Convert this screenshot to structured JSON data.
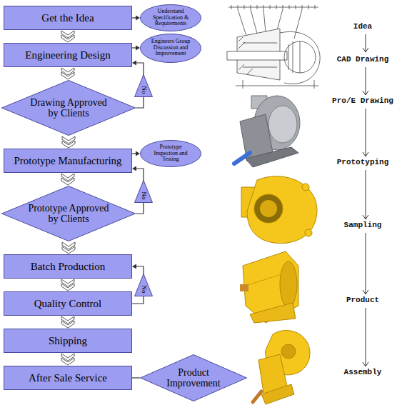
{
  "diagram": {
    "nodes": [
      {
        "text": [
          "Get the Idea"
        ]
      },
      {
        "text": [
          "Understand Specification & Requirements"
        ]
      },
      {
        "text": [
          "Engineering Design"
        ]
      },
      {
        "text": [
          "Engineers Group Discussion and Improvement"
        ]
      },
      {
        "text": [
          "Drawing Approved by Clients"
        ]
      },
      {
        "text": [
          "Prototype Manufacturing"
        ]
      },
      {
        "text": [
          "Prototype Inspection and Testing"
        ]
      },
      {
        "text": [
          "Prototype Approved by Clients"
        ]
      },
      {
        "text": [
          "Batch Production"
        ]
      },
      {
        "text": [
          "Quality Control"
        ]
      },
      {
        "text": [
          "Shipping"
        ]
      },
      {
        "text": [
          "After Sale Service"
        ]
      },
      {
        "text": [
          "Product Improvement"
        ]
      }
    ],
    "edges": [
      {
        "from": 0,
        "to": 1,
        "arrow": "to"
      },
      {
        "from": 0,
        "to": 2,
        "arrow": "to"
      },
      {
        "from": 2,
        "to": 3,
        "arrow": "to"
      },
      {
        "from": 2,
        "to": 4,
        "arrow": "to"
      },
      {
        "from": 4,
        "to": 2,
        "label": "No",
        "arrow": "to"
      },
      {
        "from": 4,
        "to": 5,
        "arrow": "to"
      },
      {
        "from": 5,
        "to": 6,
        "arrow": "to"
      },
      {
        "from": 5,
        "to": 7,
        "arrow": "to"
      },
      {
        "from": 7,
        "to": 5,
        "label": "No",
        "arrow": "to"
      },
      {
        "from": 7,
        "to": 8,
        "arrow": "to"
      },
      {
        "from": 8,
        "to": 9,
        "arrow": "to"
      },
      {
        "from": 9,
        "to": 8,
        "label": "No",
        "arrow": "to"
      },
      {
        "from": 9,
        "to": 10,
        "arrow": "to"
      },
      {
        "from": 10,
        "to": 11,
        "arrow": "to"
      },
      {
        "from": 11,
        "to": 12,
        "arrow": "none"
      }
    ],
    "labels": [
      "Idea",
      "CAD Drawing",
      "Pro/E Drawing",
      "Prototyping",
      "Sampling",
      "Product",
      "Assembly"
    ]
  }
}
